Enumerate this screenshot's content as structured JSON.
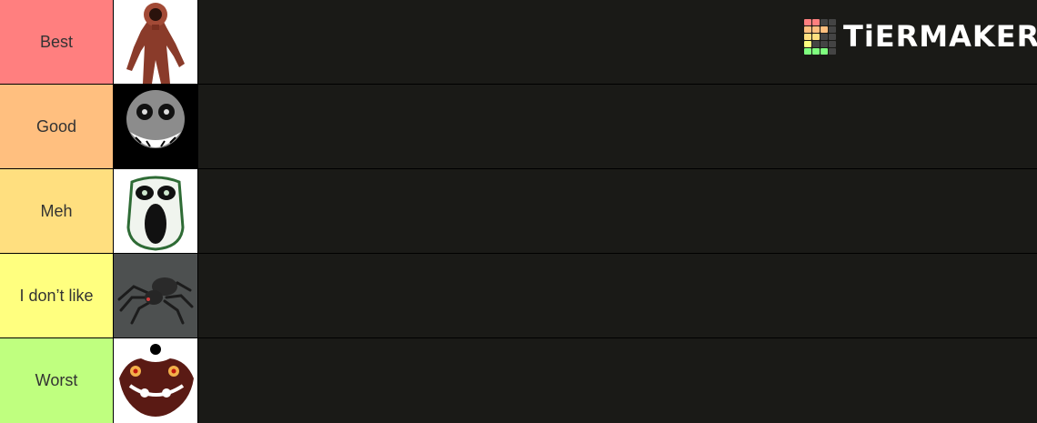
{
  "brand": {
    "logo_text": "TiERMAKER",
    "grid_colors": [
      "#ff7f7f",
      "#ff7f7f",
      "#444444",
      "#444444",
      "#ffbf7f",
      "#ffbf7f",
      "#ffbf7f",
      "#444444",
      "#ffdf7f",
      "#ffdf7f",
      "#444444",
      "#444444",
      "#ffff7f",
      "#444444",
      "#444444",
      "#444444",
      "#7fff7f",
      "#7fff7f",
      "#7fff7f",
      "#444444"
    ]
  },
  "tiers": [
    {
      "label": "Best",
      "color": "#ff7f7f",
      "item_icon": "rust-figure-icon"
    },
    {
      "label": "Good",
      "color": "#ffbf7f",
      "item_icon": "grinning-face-icon"
    },
    {
      "label": "Meh",
      "color": "#ffdf7f",
      "item_icon": "screaming-ghost-icon"
    },
    {
      "label": "I don’t like",
      "color": "#ffff7f",
      "item_icon": "spider-icon"
    },
    {
      "label": "Worst",
      "color": "#bfff7f",
      "item_icon": "red-eyed-monster-icon"
    }
  ],
  "track_color": "#1a1a17"
}
